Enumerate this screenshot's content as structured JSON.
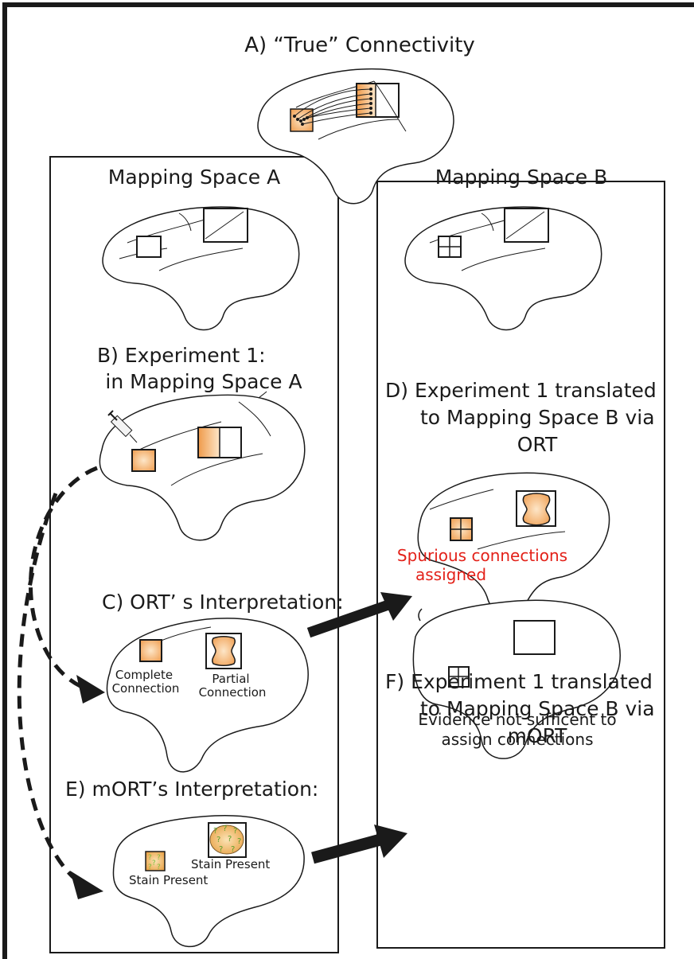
{
  "panels": {
    "a_title": "A) “True” Connectivity",
    "space_a_title": "Mapping Space A",
    "space_b_title": "Mapping Space B",
    "b_line1": "B)  Experiment 1:",
    "b_line2": "in Mapping Space A",
    "d_line1": "D)  Experiment 1 translated",
    "d_line2": "to Mapping Space B via",
    "d_line3": "ORT",
    "spurious_line1": "Spurious connections",
    "spurious_line2": "assigned",
    "c_title": "C)  ORT’ s Interpretation:",
    "complete_line1": "Complete",
    "complete_line2": "Connection",
    "partial_line1": "Partial",
    "partial_line2": "Connection",
    "f_line1": "F)   Experiment 1 translated",
    "f_line2": "to Mapping Space B via",
    "f_line3": "mORT",
    "e_title": "E)  mORT’s Interpretation:",
    "stain_present_1": "Stain Present",
    "stain_present_2": "Stain Present",
    "evidence_line1": "Evidence not sufficent to",
    "evidence_line2": "assign connections"
  },
  "colors": {
    "stain_orange": "#ef9a4a",
    "stain_light": "#fde6c8",
    "spurious_red": "#e32119",
    "question_green": "#7fbf3f",
    "line": "#1a1a1a"
  }
}
